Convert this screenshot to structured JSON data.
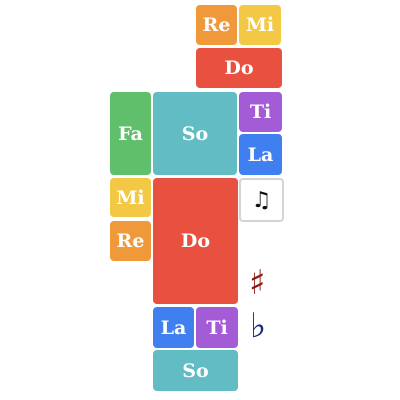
{
  "tiles": {
    "re_top": "Re",
    "mi_top": "Mi",
    "do_top": "Do",
    "fa": "Fa",
    "so_mid": "So",
    "ti_right": "Ti",
    "la_right": "La",
    "mi_left": "Mi",
    "re_left": "Re",
    "do_big": "Do",
    "la_bottom": "La",
    "ti_bottom": "Ti",
    "so_bottom": "So"
  },
  "symbols": {
    "note": "♫",
    "sharp": "♯",
    "flat": "♭"
  },
  "colors": {
    "orange": "#f0993a",
    "yellow": "#f2c844",
    "red": "#e8503f",
    "green": "#5fbf6a",
    "teal": "#62bcc4",
    "purple": "#a35bd6",
    "blue": "#3f7ff0",
    "sharp": "#8a1a0e",
    "flat": "#1c2a7a"
  }
}
